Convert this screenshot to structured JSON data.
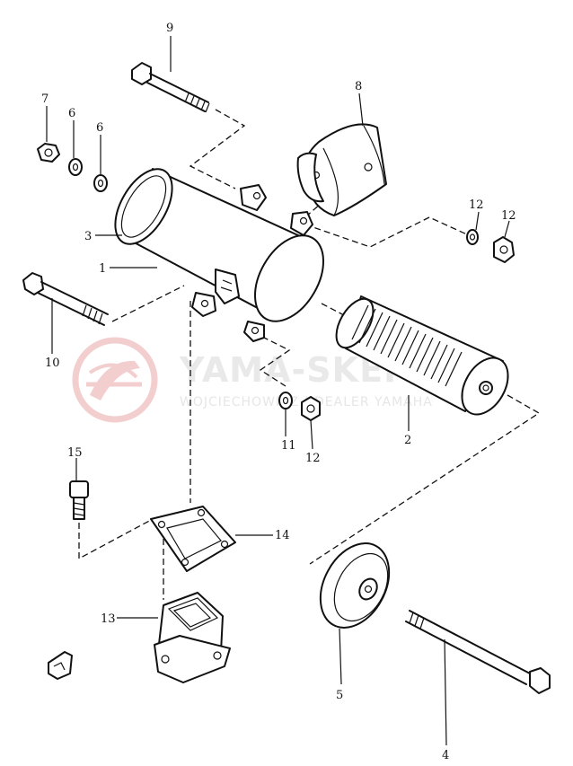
{
  "watermark": {
    "title": "YAMA-SKEP",
    "subtitle": "WOJCIECHOWICZ | DEALER YAMAHA",
    "color": "#f2c9c9"
  },
  "callouts": [
    {
      "id": "c9",
      "text": "9"
    },
    {
      "id": "c8",
      "text": "8"
    },
    {
      "id": "c7",
      "text": "7"
    },
    {
      "id": "c6a",
      "text": "6"
    },
    {
      "id": "c6b",
      "text": "6"
    },
    {
      "id": "c3",
      "text": "3"
    },
    {
      "id": "c1",
      "text": "1"
    },
    {
      "id": "c12a",
      "text": "12"
    },
    {
      "id": "c12b",
      "text": "12"
    },
    {
      "id": "c10",
      "text": "10"
    },
    {
      "id": "c11",
      "text": "11"
    },
    {
      "id": "c12c",
      "text": "12"
    },
    {
      "id": "c2",
      "text": "2"
    },
    {
      "id": "c15",
      "text": "15"
    },
    {
      "id": "c14",
      "text": "14"
    },
    {
      "id": "c13",
      "text": "13"
    },
    {
      "id": "c5",
      "text": "5"
    },
    {
      "id": "c4",
      "text": "4"
    }
  ]
}
